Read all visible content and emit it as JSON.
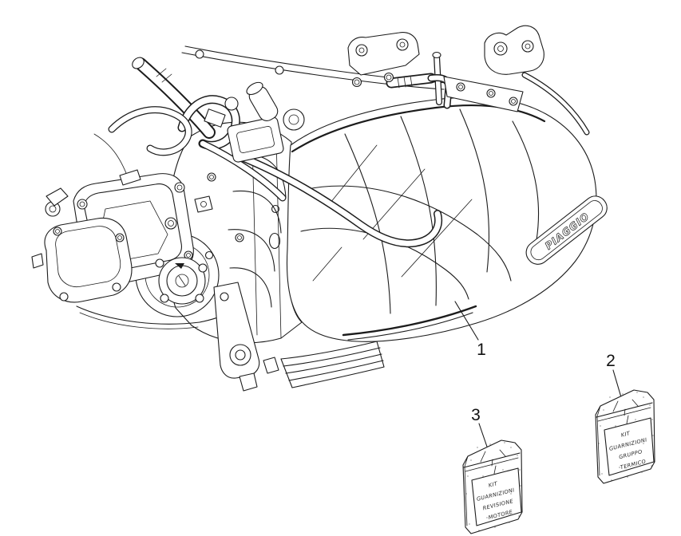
{
  "page": {
    "background_color": "#ffffff",
    "line_color": "#1c1c1c"
  },
  "diagram": {
    "brand_badge": "PIAGGIO",
    "callouts": [
      {
        "number": "1"
      },
      {
        "number": "2"
      },
      {
        "number": "3"
      }
    ],
    "kits": [
      {
        "callout": "2",
        "label_lines": [
          "KIT",
          "GUARNIZIONI",
          "GRUPPO",
          "TERMICO"
        ]
      },
      {
        "callout": "3",
        "label_lines": [
          "KIT",
          "GUARNIZIONI",
          "REVISIONE",
          "MOTORE"
        ]
      }
    ]
  }
}
